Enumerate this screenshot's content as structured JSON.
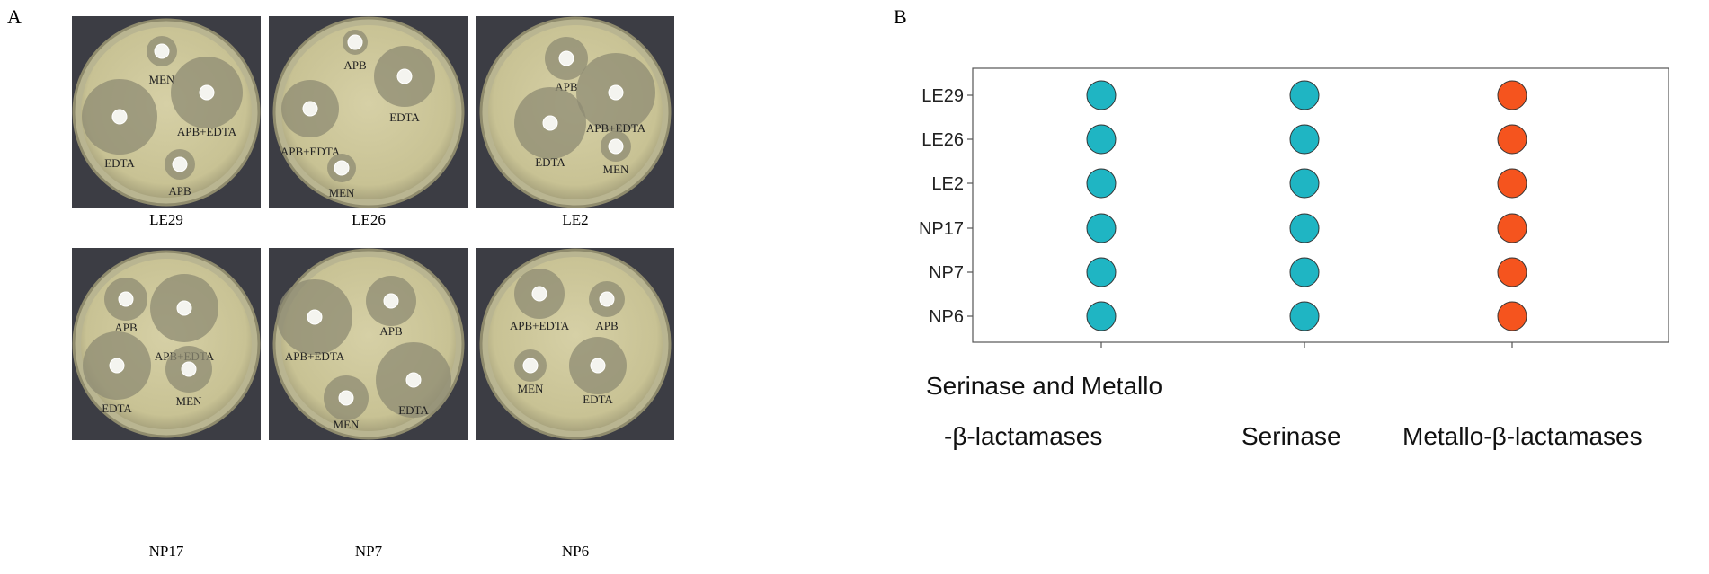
{
  "panels": {
    "a": "A",
    "b": "B"
  },
  "plates": [
    {
      "name": "LE29",
      "discs": [
        "MEN",
        "APB+EDTA",
        "EDTA",
        "APB"
      ]
    },
    {
      "name": "LE26",
      "discs": [
        "APB",
        "EDTA",
        "APB+EDTA",
        "MEN"
      ]
    },
    {
      "name": "LE2",
      "discs": [
        "APB",
        "APB+EDTA",
        "EDTA",
        "MEN"
      ]
    },
    {
      "name": "NP17",
      "discs": [
        "APB",
        "APB+EDTA",
        "EDTA",
        "MEN"
      ]
    },
    {
      "name": "NP7",
      "discs": [
        "APB+EDTA",
        "APB",
        "MEN",
        "EDTA"
      ]
    },
    {
      "name": "NP6",
      "discs": [
        "APB+EDTA",
        "APB",
        "MEN",
        "EDTA"
      ]
    }
  ],
  "chart_data": {
    "type": "scatter",
    "title": "",
    "y_categories": [
      "LE29",
      "LE26",
      "LE2",
      "NP17",
      "NP7",
      "NP6"
    ],
    "x_categories": [
      {
        "line1": "Serinase and Metallo",
        "line2": "-β-lactamases"
      },
      {
        "line1": "",
        "line2": "Serinase"
      },
      {
        "line1": "",
        "line2": "Metallo-β-lactamases"
      }
    ],
    "points": [
      {
        "x": 0,
        "y": 0,
        "color": "#1fb5c3"
      },
      {
        "x": 1,
        "y": 0,
        "color": "#1fb5c3"
      },
      {
        "x": 2,
        "y": 0,
        "color": "#f5541e"
      },
      {
        "x": 0,
        "y": 1,
        "color": "#1fb5c3"
      },
      {
        "x": 1,
        "y": 1,
        "color": "#1fb5c3"
      },
      {
        "x": 2,
        "y": 1,
        "color": "#f5541e"
      },
      {
        "x": 0,
        "y": 2,
        "color": "#1fb5c3"
      },
      {
        "x": 1,
        "y": 2,
        "color": "#1fb5c3"
      },
      {
        "x": 2,
        "y": 2,
        "color": "#f5541e"
      },
      {
        "x": 0,
        "y": 3,
        "color": "#1fb5c3"
      },
      {
        "x": 1,
        "y": 3,
        "color": "#1fb5c3"
      },
      {
        "x": 2,
        "y": 3,
        "color": "#f5541e"
      },
      {
        "x": 0,
        "y": 4,
        "color": "#1fb5c3"
      },
      {
        "x": 1,
        "y": 4,
        "color": "#1fb5c3"
      },
      {
        "x": 2,
        "y": 4,
        "color": "#f5541e"
      },
      {
        "x": 0,
        "y": 5,
        "color": "#1fb5c3"
      },
      {
        "x": 1,
        "y": 5,
        "color": "#1fb5c3"
      },
      {
        "x": 2,
        "y": 5,
        "color": "#f5541e"
      }
    ],
    "colors": {
      "both": "#1fb5c3",
      "metallo": "#f5541e"
    },
    "grid": false,
    "legend": "none"
  }
}
